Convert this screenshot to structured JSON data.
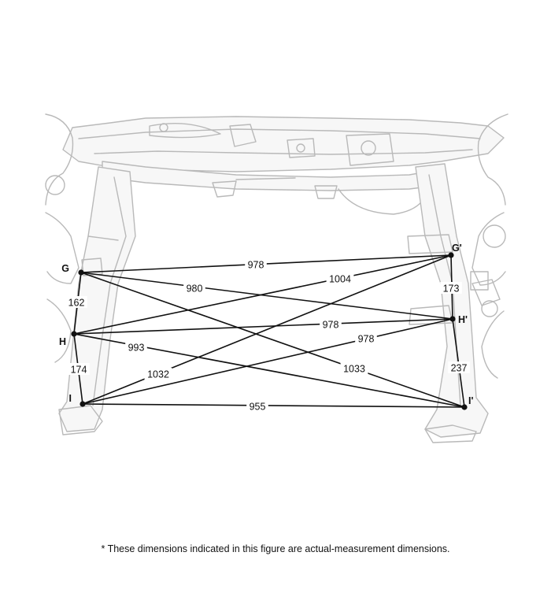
{
  "points": [
    {
      "id": "G",
      "label": "G"
    },
    {
      "id": "H",
      "label": "H"
    },
    {
      "id": "I",
      "label": "I"
    },
    {
      "id": "G2",
      "label": "G'"
    },
    {
      "id": "H2",
      "label": "H'"
    },
    {
      "id": "I2",
      "label": "I'"
    }
  ],
  "dimensions": [
    {
      "from": "G",
      "to": "G2",
      "value": "978"
    },
    {
      "from": "G",
      "to": "H2",
      "value": "980"
    },
    {
      "from": "H",
      "to": "G2",
      "value": "1004"
    },
    {
      "from": "H",
      "to": "H2",
      "value": "978"
    },
    {
      "from": "I",
      "to": "H2",
      "value": "978"
    },
    {
      "from": "H",
      "to": "I2",
      "value": "993"
    },
    {
      "from": "G",
      "to": "I2",
      "value": "1033"
    },
    {
      "from": "I",
      "to": "G2",
      "value": "1032"
    },
    {
      "from": "I",
      "to": "I2",
      "value": "955"
    },
    {
      "from": "G",
      "to": "H",
      "value": "162"
    },
    {
      "from": "H",
      "to": "I",
      "value": "174"
    },
    {
      "from": "G2",
      "to": "H2",
      "value": "173"
    },
    {
      "from": "H2",
      "to": "I2",
      "value": "237"
    }
  ],
  "footnote": "*  These dimensions indicated in this figure are actual-measurement dimensions.",
  "colors": {
    "line": "#111111",
    "frame": "#b9b9b9"
  }
}
